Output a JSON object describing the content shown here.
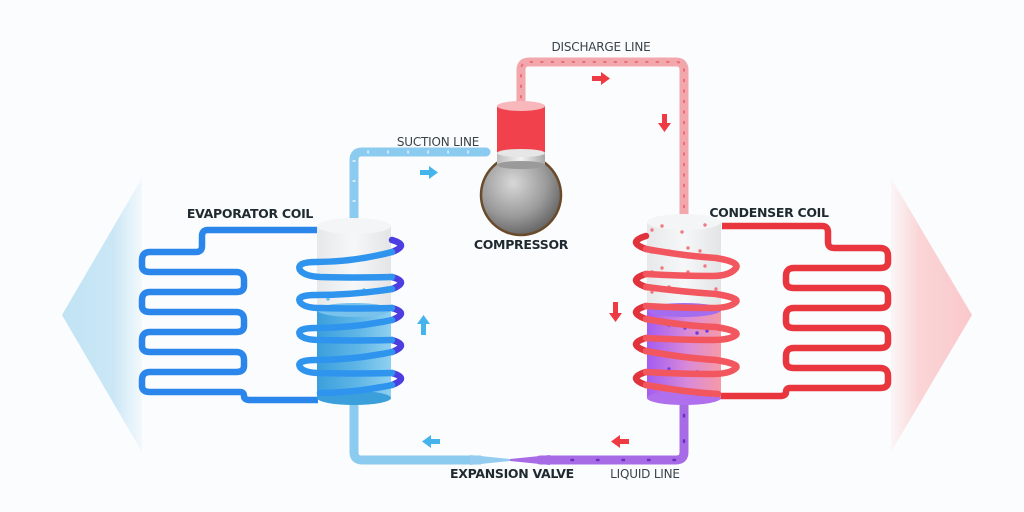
{
  "title": "Heat pump refrigeration cycle",
  "labels": {
    "discharge_line": "DISCHARGE LINE",
    "suction_line": "SUCTION LINE",
    "compressor": "COMPRESSOR",
    "evaporator_coil": "EVAPORATOR COIL",
    "condenser_coil": "CONDENSER COIL",
    "expansion_valve": "EXPANSION VALVE",
    "liquid_line": "LIQUID LINE"
  },
  "colors": {
    "cold": "#2f8fe8",
    "cold_light": "#7fc6ee",
    "hot": "#f0464e",
    "hot_light": "#f4a3a6",
    "liquid": "#9a55e0",
    "compressor_body": "#8d8d8d",
    "compressor_top": "#f0414c",
    "text": "#1f2a30"
  },
  "flow_direction": {
    "suction_line": "right",
    "discharge_line": "right then down",
    "condenser_side": "down",
    "liquid_line": "left",
    "evaporator_return": "left",
    "evaporator_side": "up"
  },
  "heat_arrows": {
    "evaporator": "pointing-left",
    "condenser": "pointing-right"
  }
}
